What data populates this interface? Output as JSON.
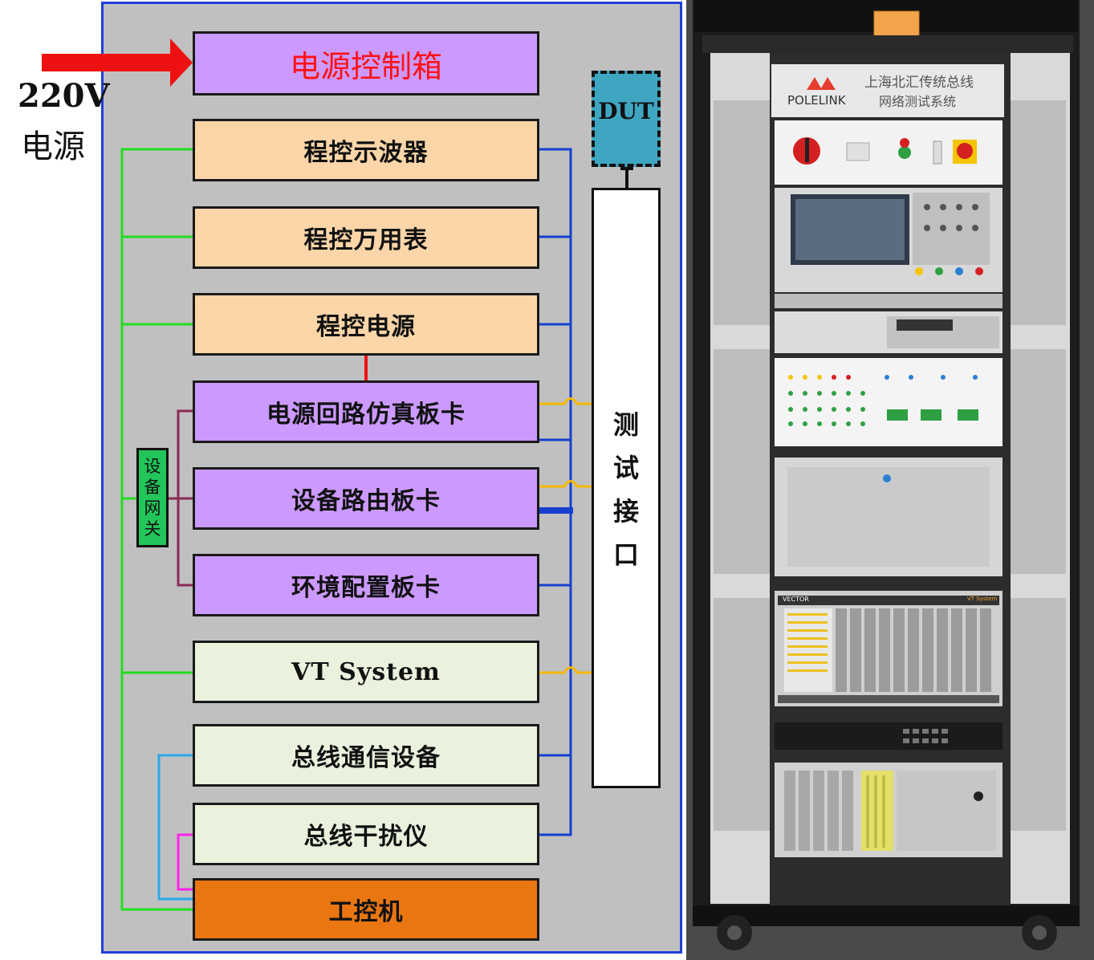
{
  "input": {
    "voltage": "220V",
    "source": "电源"
  },
  "modules": {
    "power_box": "电源控制箱",
    "oscilloscope": "程控示波器",
    "multimeter": "程控万用表",
    "power_supply": "程控电源",
    "power_loop_card": "电源回路仿真板卡",
    "router_card": "设备路由板卡",
    "env_card": "环境配置板卡",
    "vt_system": "VT System",
    "bus_comm": "总线通信设备",
    "bus_jammer": "总线干扰仪",
    "ipc": "工控机"
  },
  "gateway": {
    "chars": [
      "设",
      "备",
      "网",
      "关"
    ]
  },
  "dut": "DUT",
  "test_interface": {
    "chars": [
      "测",
      "试",
      "接",
      "口"
    ]
  },
  "rack": {
    "brand": "POLELINK",
    "title_line1": "上海北汇传统总线",
    "title_line2": "网络测试系统",
    "vector_brand": "VECTOR",
    "vt_label": "VT System"
  },
  "colors": {
    "frame_border": "#1f3fd6",
    "frame_fill": "#c0c0c0",
    "green_line": "#22dd22",
    "blue_line": "#1540d0",
    "gold_line": "#f5b800",
    "maroon_line": "#8b2a55",
    "red_arrow": "#ee1111",
    "dut_fill": "#3fa6c2"
  }
}
